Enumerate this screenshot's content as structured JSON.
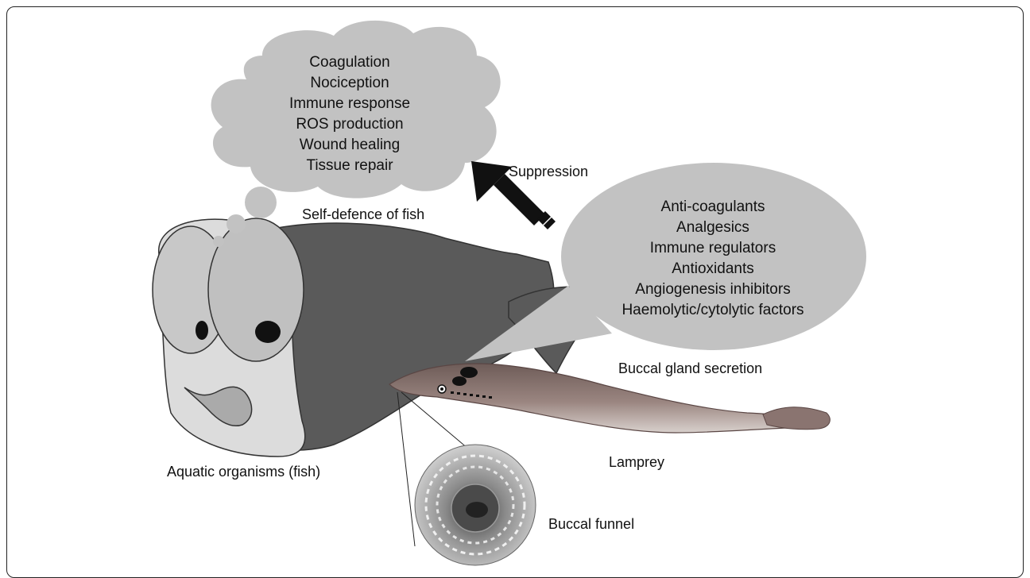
{
  "cloud_items": [
    "Coagulation",
    "Nociception",
    "Immune response",
    "ROS production",
    "Wound healing",
    "Tissue repair"
  ],
  "bubble_items": [
    "Anti-coagulants",
    "Analgesics",
    "Immune regulators",
    "Antioxidants",
    "Angiogenesis inhibitors",
    "Haemolytic/cytolytic factors"
  ],
  "labels": {
    "suppression": "Suppression",
    "self_defence": "Self-defence of fish",
    "buccal_gland": "Buccal gland secretion",
    "lamprey": "Lamprey",
    "fish": "Aquatic organisms (fish)",
    "buccal_funnel": "Buccal funnel"
  },
  "colors": {
    "bubble_fill": "#c2c2c2",
    "fish_dark": "#5a5a5a",
    "fish_light": "#dcdcdc",
    "lamprey": "#8a7470"
  }
}
